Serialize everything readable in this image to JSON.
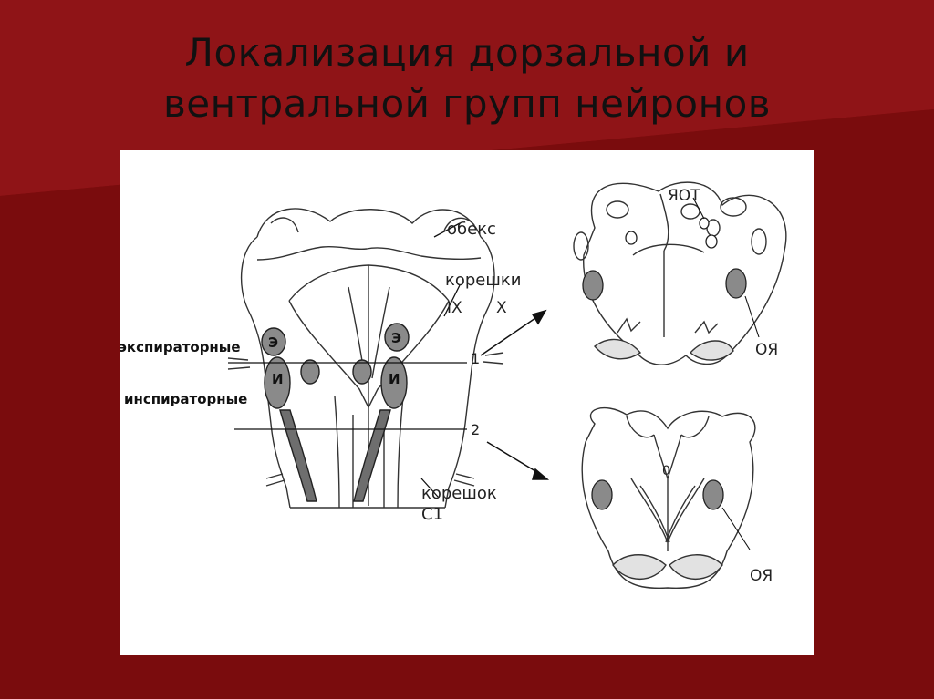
{
  "slide": {
    "title_line1": "Локализация дорзальной и",
    "title_line2": "вентральной групп нейронов"
  },
  "figure": {
    "labels": {
      "obex": "обекс",
      "roots": "корешки",
      "root_ix": "IX",
      "root_x": "X",
      "expiratory": "экспираторные",
      "inspiratory": "инспираторные",
      "root_c1": "корешок",
      "c1": "C1",
      "level1": "1",
      "level2": "2",
      "yaot": "ЯОТ",
      "oya_top": "ОЯ",
      "oya_bottom": "ОЯ",
      "e_left": "Э",
      "e_right": "Э",
      "i_left": "И",
      "i_right": "И",
      "zero": "0"
    }
  },
  "colors": {
    "background": "#7a0c0d",
    "title_text": "#111111",
    "panel": "#ffffff",
    "nucleus_fill": "#8a8a8a"
  }
}
